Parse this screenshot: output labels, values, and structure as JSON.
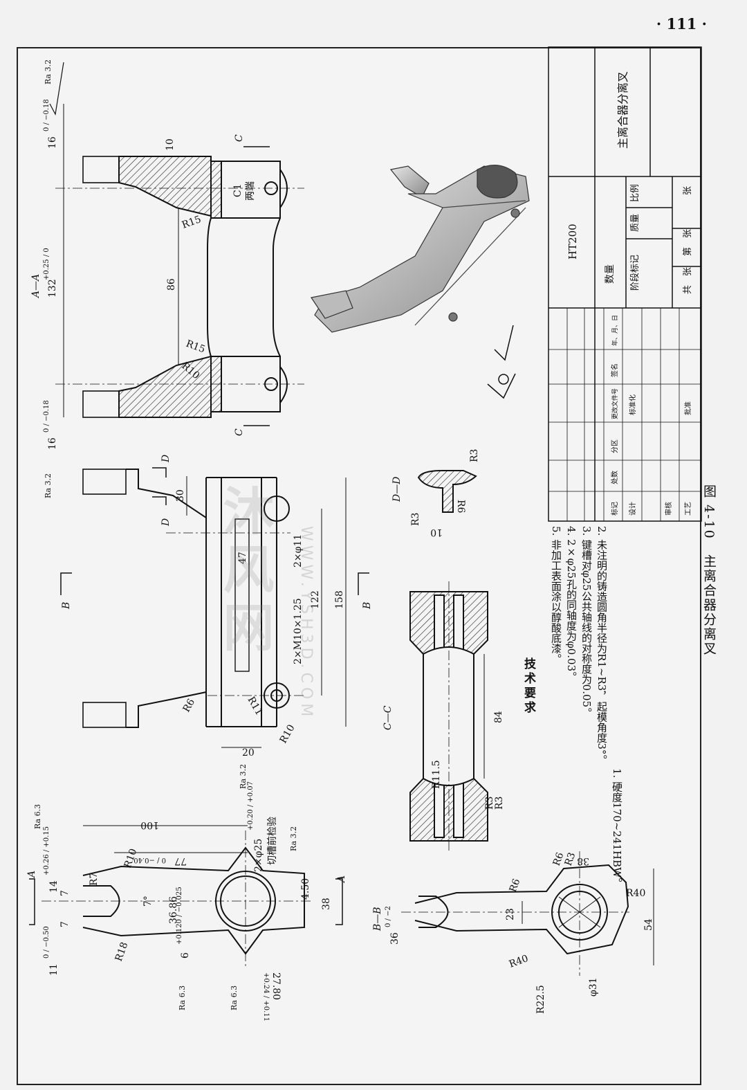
{
  "page_number": "· 111 ·",
  "caption": "图 4-10　主离合器分离叉",
  "title_block": {
    "part_name": "主离合器分离叉",
    "material": "HT200",
    "quantity_label": "数量",
    "stage_mark_label": "阶段标记",
    "mass_label": "质量",
    "scale_label": "比例",
    "total_sheets": "共　张",
    "sheet_no": "第　张",
    "sheet_unit": "张",
    "rev_headers": [
      "标记",
      "处数",
      "分区",
      "更改文件号",
      "签名",
      "年、月、日"
    ],
    "roles": [
      "设计",
      "标准化",
      "审核",
      "工艺",
      "批准"
    ]
  },
  "tech_requirements": {
    "heading": "技术要求",
    "items": [
      "1. 硬度170~241HBW。",
      "2. 未注明的铸造圆角半径为R1~R3，起模角度3°。",
      "3. 键槽对φ25公共轴线的对称度为0.05。",
      "4. 2×φ25孔的同轴度为φ0.03。",
      "5. 非加工表面涂以醇酸底漆。"
    ]
  },
  "section_labels": {
    "a_a": "A—A",
    "b_b": "B—B",
    "c_c": "C—C",
    "d_d": "D—D",
    "A": "A",
    "B": "B",
    "C": "C",
    "D": "D"
  },
  "dimensions": {
    "aa_total": "132",
    "aa_tol": "+0.25 / 0",
    "aa_inner": "86",
    "aa_top": "16",
    "aa_top_tol": "0 / −0.18",
    "aa_bottom": "16",
    "aa_bottom_tol": "0 / −0.18",
    "aa_10": "10",
    "aa_c1": "C1",
    "aa_both_ends": "两端",
    "r15a": "R15",
    "r15b": "R15",
    "r10": "R10",
    "front_158": "158",
    "front_122": "122",
    "front_47": "47",
    "front_30": "30",
    "front_20": "20",
    "front_thread": "2×M10×1.25",
    "front_hole": "2×φ11",
    "front_r6": "R6",
    "front_r10": "R10",
    "front_r11": "R11",
    "ra32_top": "Ra 3.2",
    "ra32_left": "Ra 3.2",
    "cc_84": "84",
    "cc_r115": "R11.5",
    "cc_r3a": "R3",
    "cc_r3b": "R3",
    "dd_r3a": "R3",
    "dd_r3b": "R3",
    "dd_r6": "R6",
    "dd_10": "10",
    "bb_36": "36",
    "bb_36_tol": "0 / −2",
    "bb_23": "23",
    "bb_54": "54",
    "bb_r40a": "R40",
    "bb_r40b": "R40",
    "bb_r6a": "R6",
    "bb_r6b": "R6",
    "bb_r3": "R3",
    "bb_38": "38",
    "bb_r225": "R22.5",
    "bb_phi31": "φ31",
    "side_100": "100",
    "side_77": "77",
    "side_77_tol": "0 / −0.40",
    "side_phi25": "2×φ25",
    "side_phi25_tol": "+0.20 / +0.07",
    "side_note": "切槽前检验",
    "side_14": "14",
    "side_14_tol": "+0.26 / +0.15",
    "side_11": "11",
    "side_11_tol": "0 / −0.50",
    "side_7a": "7",
    "side_7b": "7",
    "side_r7": "R7",
    "side_r10": "R10",
    "side_r18": "R18",
    "side_angle": "7°",
    "side_3686": "36.86",
    "side_450": "4.50",
    "side_38": "38",
    "side_6": "6",
    "side_6_tol": "+0.120 / −0.025",
    "side_2780": "27.80",
    "side_2780_tol": "+0.24 / +0.11",
    "ra63_a": "Ra 6.3",
    "ra63_b": "Ra 6.3",
    "ra63_c": "Ra 6.3",
    "ra32_c": "Ra 3.2",
    "ra32_d": "Ra 3.2"
  },
  "watermark": {
    "text": "沐风网",
    "url": "WWW.YSH3D.COM"
  }
}
